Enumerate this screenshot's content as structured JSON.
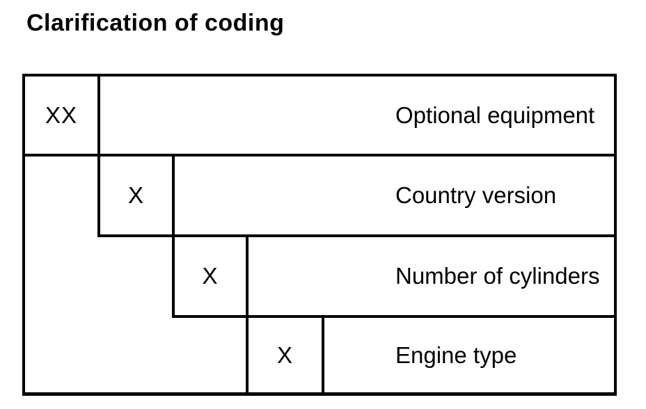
{
  "title": "Clarification of coding",
  "diagram": {
    "type": "staircase-code-table",
    "rows": [
      {
        "code": "XX",
        "label": "Optional equipment"
      },
      {
        "code": "X",
        "label": "Country version"
      },
      {
        "code": "X",
        "label": "Number of cylinders"
      },
      {
        "code": "X",
        "label": "Engine type"
      }
    ],
    "colors": {
      "line": "#000000",
      "text": "#000000",
      "background": "#ffffff"
    }
  }
}
